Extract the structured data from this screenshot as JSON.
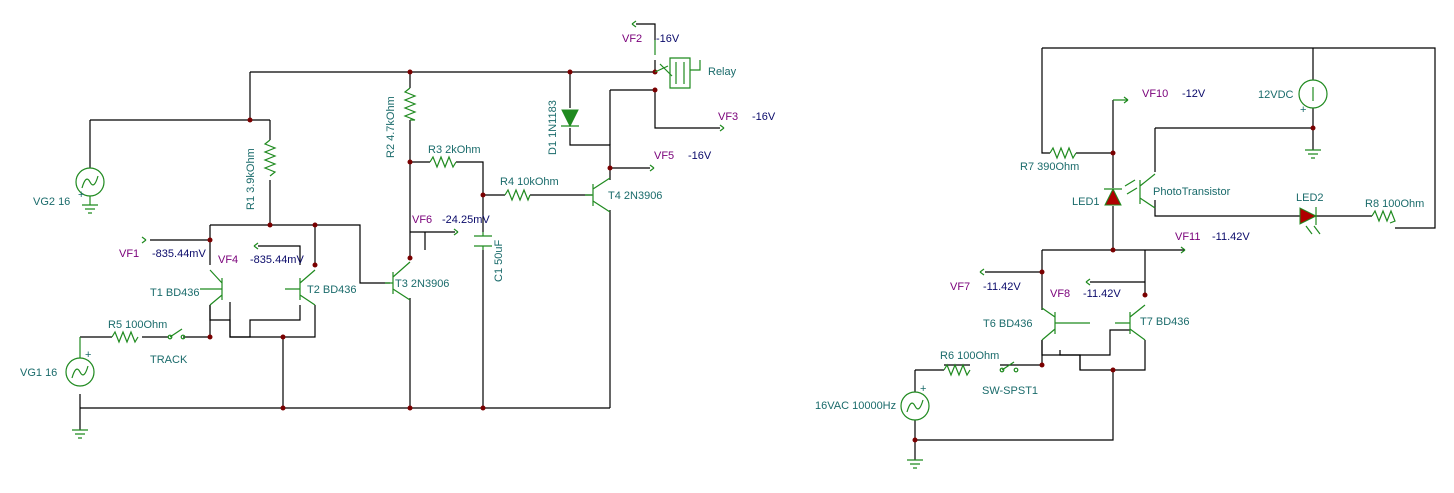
{
  "labels": {
    "vf1": "VF1",
    "vf1_val": "-835.44mV",
    "vf2": "VF2",
    "vf2_val": "-16V",
    "vf3": "VF3",
    "vf3_val": "-16V",
    "vf4": "VF4",
    "vf4_val": "-835.44mV",
    "vf5": "VF5",
    "vf5_val": "-16V",
    "vf6": "VF6",
    "vf6_val": "-24.25mV",
    "vf7": "VF7",
    "vf7_val": "-11.42V",
    "vf8": "VF8",
    "vf8_val": "-11.42V",
    "vf10": "VF10",
    "vf10_val": "-12V",
    "vf11": "VF11",
    "vf11_val": "-11.42V",
    "vg1": "VG1 16",
    "vg2": "VG2 16",
    "r1": "R1 3.9kOhm",
    "r2": "R2 4.7kOhm",
    "r3": "R3 2kOhm",
    "r4": "R4 10kOhm",
    "r5": "R5 100Ohm",
    "r6": "R6 100Ohm",
    "r7": "R7 390Ohm",
    "r8": "R8 100Ohm",
    "c1": "C1 50uF",
    "d1": "D1 1N1183",
    "relay": "Relay",
    "t1": "T1 BD436",
    "t2": "T2 BD436",
    "t3": "T3 2N3906",
    "t4": "T4 2N3906",
    "t6": "T6 BD436",
    "t7": "T7 BD436",
    "track": "TRACK",
    "sw": "SW-SPST1",
    "vac": "16VAC 10000Hz",
    "vdc": "12VDC",
    "led1": "LED1",
    "led2": "LED2",
    "photo": "PhotoTransistor",
    "plus": "+"
  },
  "colors": {
    "wire": "#000000",
    "component": "#1f8a1f",
    "node": "#7a0000",
    "label": "#1a6b6b",
    "probe": "#7a007a",
    "value": "#0a0a6a",
    "led": "#b00000"
  }
}
